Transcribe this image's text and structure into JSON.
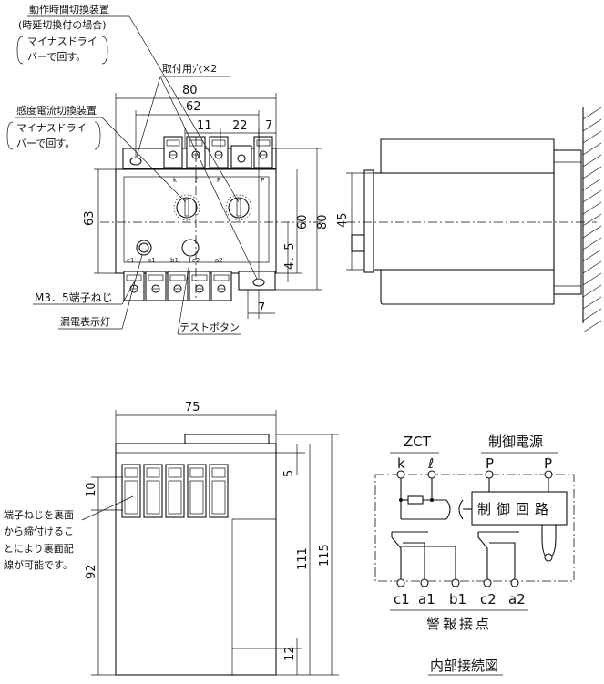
{
  "front_view": {
    "callouts": {
      "time_switch": [
        "動作時間切換装置",
        "(時延切換付の場合)",
        "マイナスドライ",
        "バーで回す。"
      ],
      "mount_holes": "取付用穴×2",
      "sensitivity_switch": [
        "感度電流切換装置",
        "マイナスドライ",
        "バーで回す。"
      ],
      "terminal_screw": "M3．5端子ねじ",
      "leak_lamp": "漏電表示灯",
      "test_button": "テストボタン"
    },
    "dimensions": {
      "overall_width": "80",
      "hole_pitch": "62",
      "pitch_11": "11",
      "pitch_22": "22",
      "offset_7_top": "7",
      "offset_7_bottom": "7",
      "height_63": "63",
      "height_60": "60",
      "height_80": "80",
      "offset_4_5": "4．5"
    },
    "terminal_labels_top": [
      "k",
      "ℓ",
      "P",
      "P"
    ],
    "terminal_labels_bottom": [
      "c1",
      "a1",
      "b1",
      "c2",
      "a2"
    ]
  },
  "side_view": {
    "dimensions": {
      "height_45": "45"
    }
  },
  "bottom_view": {
    "dimensions": {
      "width_75": "75",
      "d5": "5",
      "d10": "10",
      "d92": "92",
      "d111": "111",
      "d115": "115",
      "d12": "12"
    },
    "note": [
      "端子ねじを裏面",
      "から締付けるこ",
      "とにより裏面配",
      "線が可能です。"
    ]
  },
  "wiring_diagram": {
    "zct": "ZCT",
    "control_power": "制御電源",
    "zct_terminals": [
      "k",
      "ℓ"
    ],
    "power_terminals": [
      "P",
      "P"
    ],
    "control_circuit": "制御回路",
    "alarm_terminals": [
      "c1",
      "a1",
      "b1",
      "c2",
      "a2"
    ],
    "alarm_contacts": "警報接点",
    "title": "内部接続図"
  }
}
